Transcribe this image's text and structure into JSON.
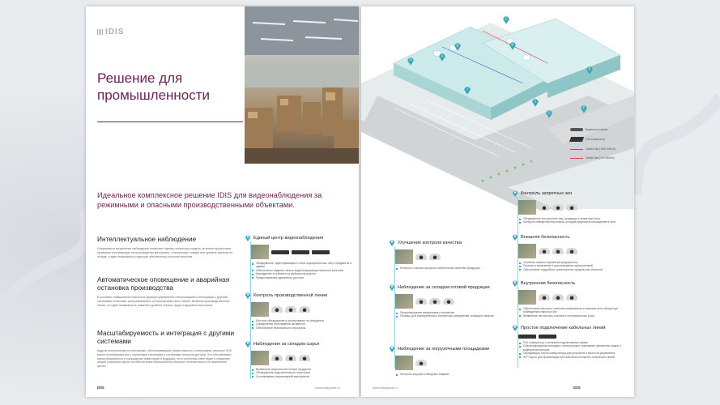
{
  "left_page": {
    "logo": "IDIS",
    "title": "Решение для промышленности",
    "subtitle": "Идеальное комплексное решение IDIS для видеонаблюдения за режимными и опасными производственными объектами.",
    "sections": [
      {
        "heading": "Интеллектуальное наблюдение",
        "text": "Оперативное визуальное наблюдение позволяет одному оператору следить за всеми процессами: проверять поступающие на производство материалы, отгруженные товары или уровень запасов на складе, и дают возможность функции обеспечения контроля качества."
      },
      {
        "heading": "Автоматическое оповещение и аварийная остановка производства",
        "text": "В условиях повышенной опасности функции управления сигнализацией и интеграция с другими системами позволяют централизованно контролировать весь объект, включая производственные линии, что дает возможность повысить уровень охраны труда и здоровья персонала."
      },
      {
        "heading": "Масштабируемость и интеграция с другими системами",
        "text": "Будучи построенным на платформе, обеспечивающей совместимость и интеграцию, решение IDIS может интегрироваться с охранными системами и системами контроля доступа. Это обеспечивает масштабируемость и сокращение инвестиций в будущем, что в конечном счете ведет к снижению общей стоимости затрат на обеспечение безопасности объекта в течение всего его жизненного цикла."
      }
    ],
    "features": [
      {
        "title": "Единый центр видеонаблюдения",
        "bullets": [
          "Обнаружение, идентификация и поиск подозрительных лиц и предметов в здании",
          "Обеспечение видения записи видеоинформации высокого качества",
          "Нахождение в субъекта на выбранном участке",
          "Предоставление удаленного доступа"
        ]
      },
      {
        "title": "Контроль производственной линии",
        "bullets": [
          "Быстрое обнаружение и реагирование на инциденты",
          "Определение неисправной активности",
          "Обеспечение безопасности персонала"
        ]
      },
      {
        "title": "Наблюдение за складом сырья",
        "bullets": [
          "Выявление хищения или потери продуктов",
          "Обнаружение подозрительного персонала",
          "Отслеживание перемещений материалов"
        ]
      }
    ],
    "footer_url": "www.idisglobal.ru",
    "footer_brand": "IDIS"
  },
  "right_page": {
    "legend": [
      {
        "label": "Видеорегистратор",
        "color": "#555555"
      },
      {
        "label": "PoE коммутатор",
        "color": "#333333"
      },
      {
        "label": "Cat5e/Cat6 (1000 Мбит/с)",
        "color": "#3b6fc9"
      },
      {
        "label": "Cat5e/Cat6 (100 Мбит/с)",
        "color": "#d04a4a"
      }
    ],
    "pin_letters": [
      "C",
      "B",
      "A",
      "D",
      "H",
      "E",
      "F",
      "G",
      "I",
      "J"
    ],
    "features": [
      {
        "title": "Контроль запретных зон",
        "bullets": [
          "Обнаружение посторонних лиц, входящих в запретную зону",
          "Контроль поведения персонала, который разрешена нахождение в зоне"
        ]
      },
      {
        "title": "Внешняя безопасность",
        "bullets": [
          "Усиление охраны периметра предприятия",
          "Помощь в выявлении и расследовании происшествий",
          "Обеспечение подробных транспортных средств или объектов"
        ]
      },
      {
        "title": "Улучшение контроля качества",
        "bullets": [
          "Контроль и анализ процесса обеспечения качества продукции"
        ]
      },
      {
        "title": "Внутренняя безопасность",
        "bullets": [
          "Обеспечение высокого качества изображения и широкие углы обзора при наблюдении открытых зон",
          "Выявление несчастных случаев и потенциальных угроз"
        ]
      },
      {
        "title": "Наблюдение за складом готовой продукции",
        "bullets": [
          "Предотвращение вандализма и воровства",
          "Помощь для своевременных технических управлений складских запасов"
        ]
      },
      {
        "title": "Простое подключение кабельных линий",
        "bullets": [
          "PoE коммутатор с питанием подключаемых камер",
          "Сбалансированная передача сигнала может охватывать множество камер и видеорегистраторов",
          "Передающие порты коммутатора для устройств и простота управления",
          "SFP порты для организации протяженных волоконно-оптических линий"
        ]
      },
      {
        "title": "Наблюдение за погрузочными площадками",
        "bullets": [
          "Контроль загрузки и выгрузки товаров"
        ]
      }
    ],
    "footer_url": "www.idisglobal.ru",
    "footer_brand": "IDIS"
  }
}
